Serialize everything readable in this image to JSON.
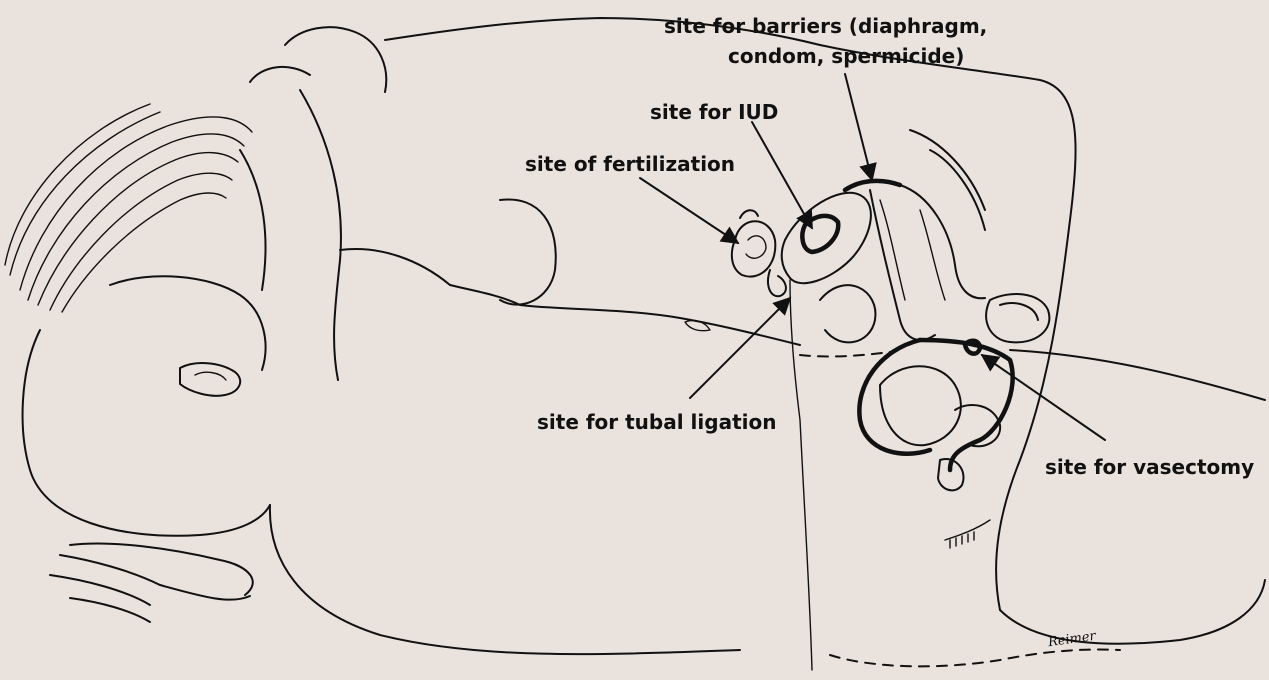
{
  "labels": {
    "barriers_line1": "site for barriers (diaphragm,",
    "barriers_line2": "condom, spermicide)",
    "iud": "site for IUD",
    "fertilization": "site of fertilization",
    "tubal_ligation": "site for tubal ligation",
    "vasectomy": "site for vasectomy"
  },
  "signature": "Reimer",
  "colors": {
    "paper": "#e9e2dd",
    "ink": "#111111"
  }
}
